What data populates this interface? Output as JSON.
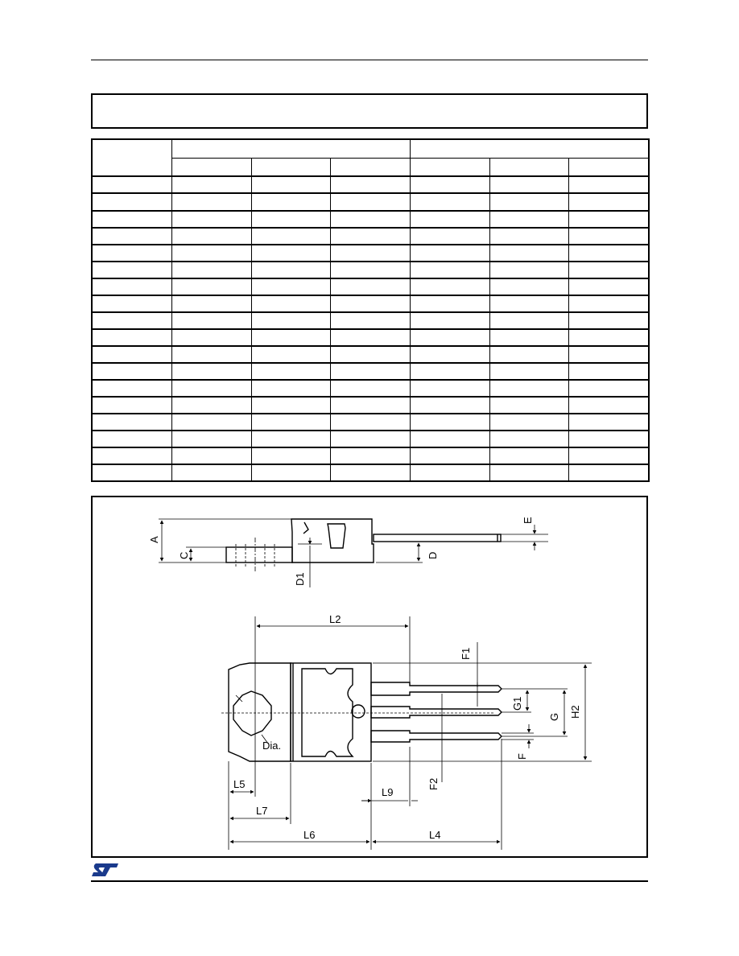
{
  "title_box": {
    "text": ""
  },
  "table": {
    "column_count": 7,
    "header_rows": 2,
    "body_rows": 18
  },
  "drawing": {
    "labels": {
      "a": "A",
      "c": "C",
      "d": "D",
      "d1": "D1",
      "e": "E",
      "l2": "L2",
      "f1": "F1",
      "g1": "G1",
      "g": "G",
      "h2": "H2",
      "dia": "Dia.",
      "f": "F",
      "f2": "F2",
      "l9": "L9",
      "l5": "L5",
      "l7": "L7",
      "l6": "L6",
      "l4": "L4"
    }
  },
  "logo": {
    "name": "st-logo-icon",
    "text": "ST"
  }
}
